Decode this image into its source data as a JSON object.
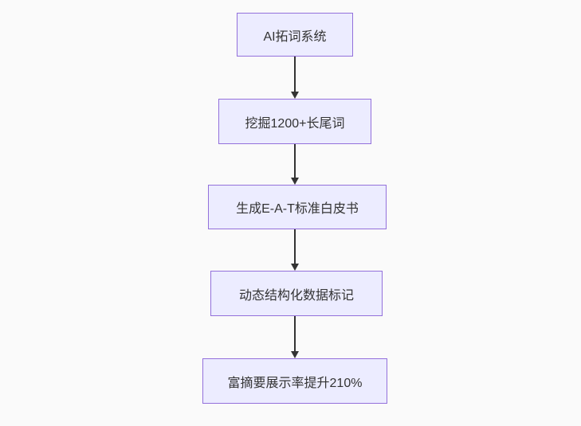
{
  "page": {
    "background_color": "#fafafa"
  },
  "flowchart": {
    "type": "vertical-flow-diagram",
    "direction": "top-down",
    "node_fill_color": "#ECECFF",
    "node_border_color": "#9370DB",
    "node_text_color": "#333333",
    "edge_color": "#333333",
    "nodes": [
      {
        "label": "AI拓词系统"
      },
      {
        "label": "挖掘1200+长尾词"
      },
      {
        "label": "生成E-A-T标准白皮书"
      },
      {
        "label": "动态结构化数据标记"
      },
      {
        "label": "富摘要展示率提升210%"
      }
    ]
  }
}
